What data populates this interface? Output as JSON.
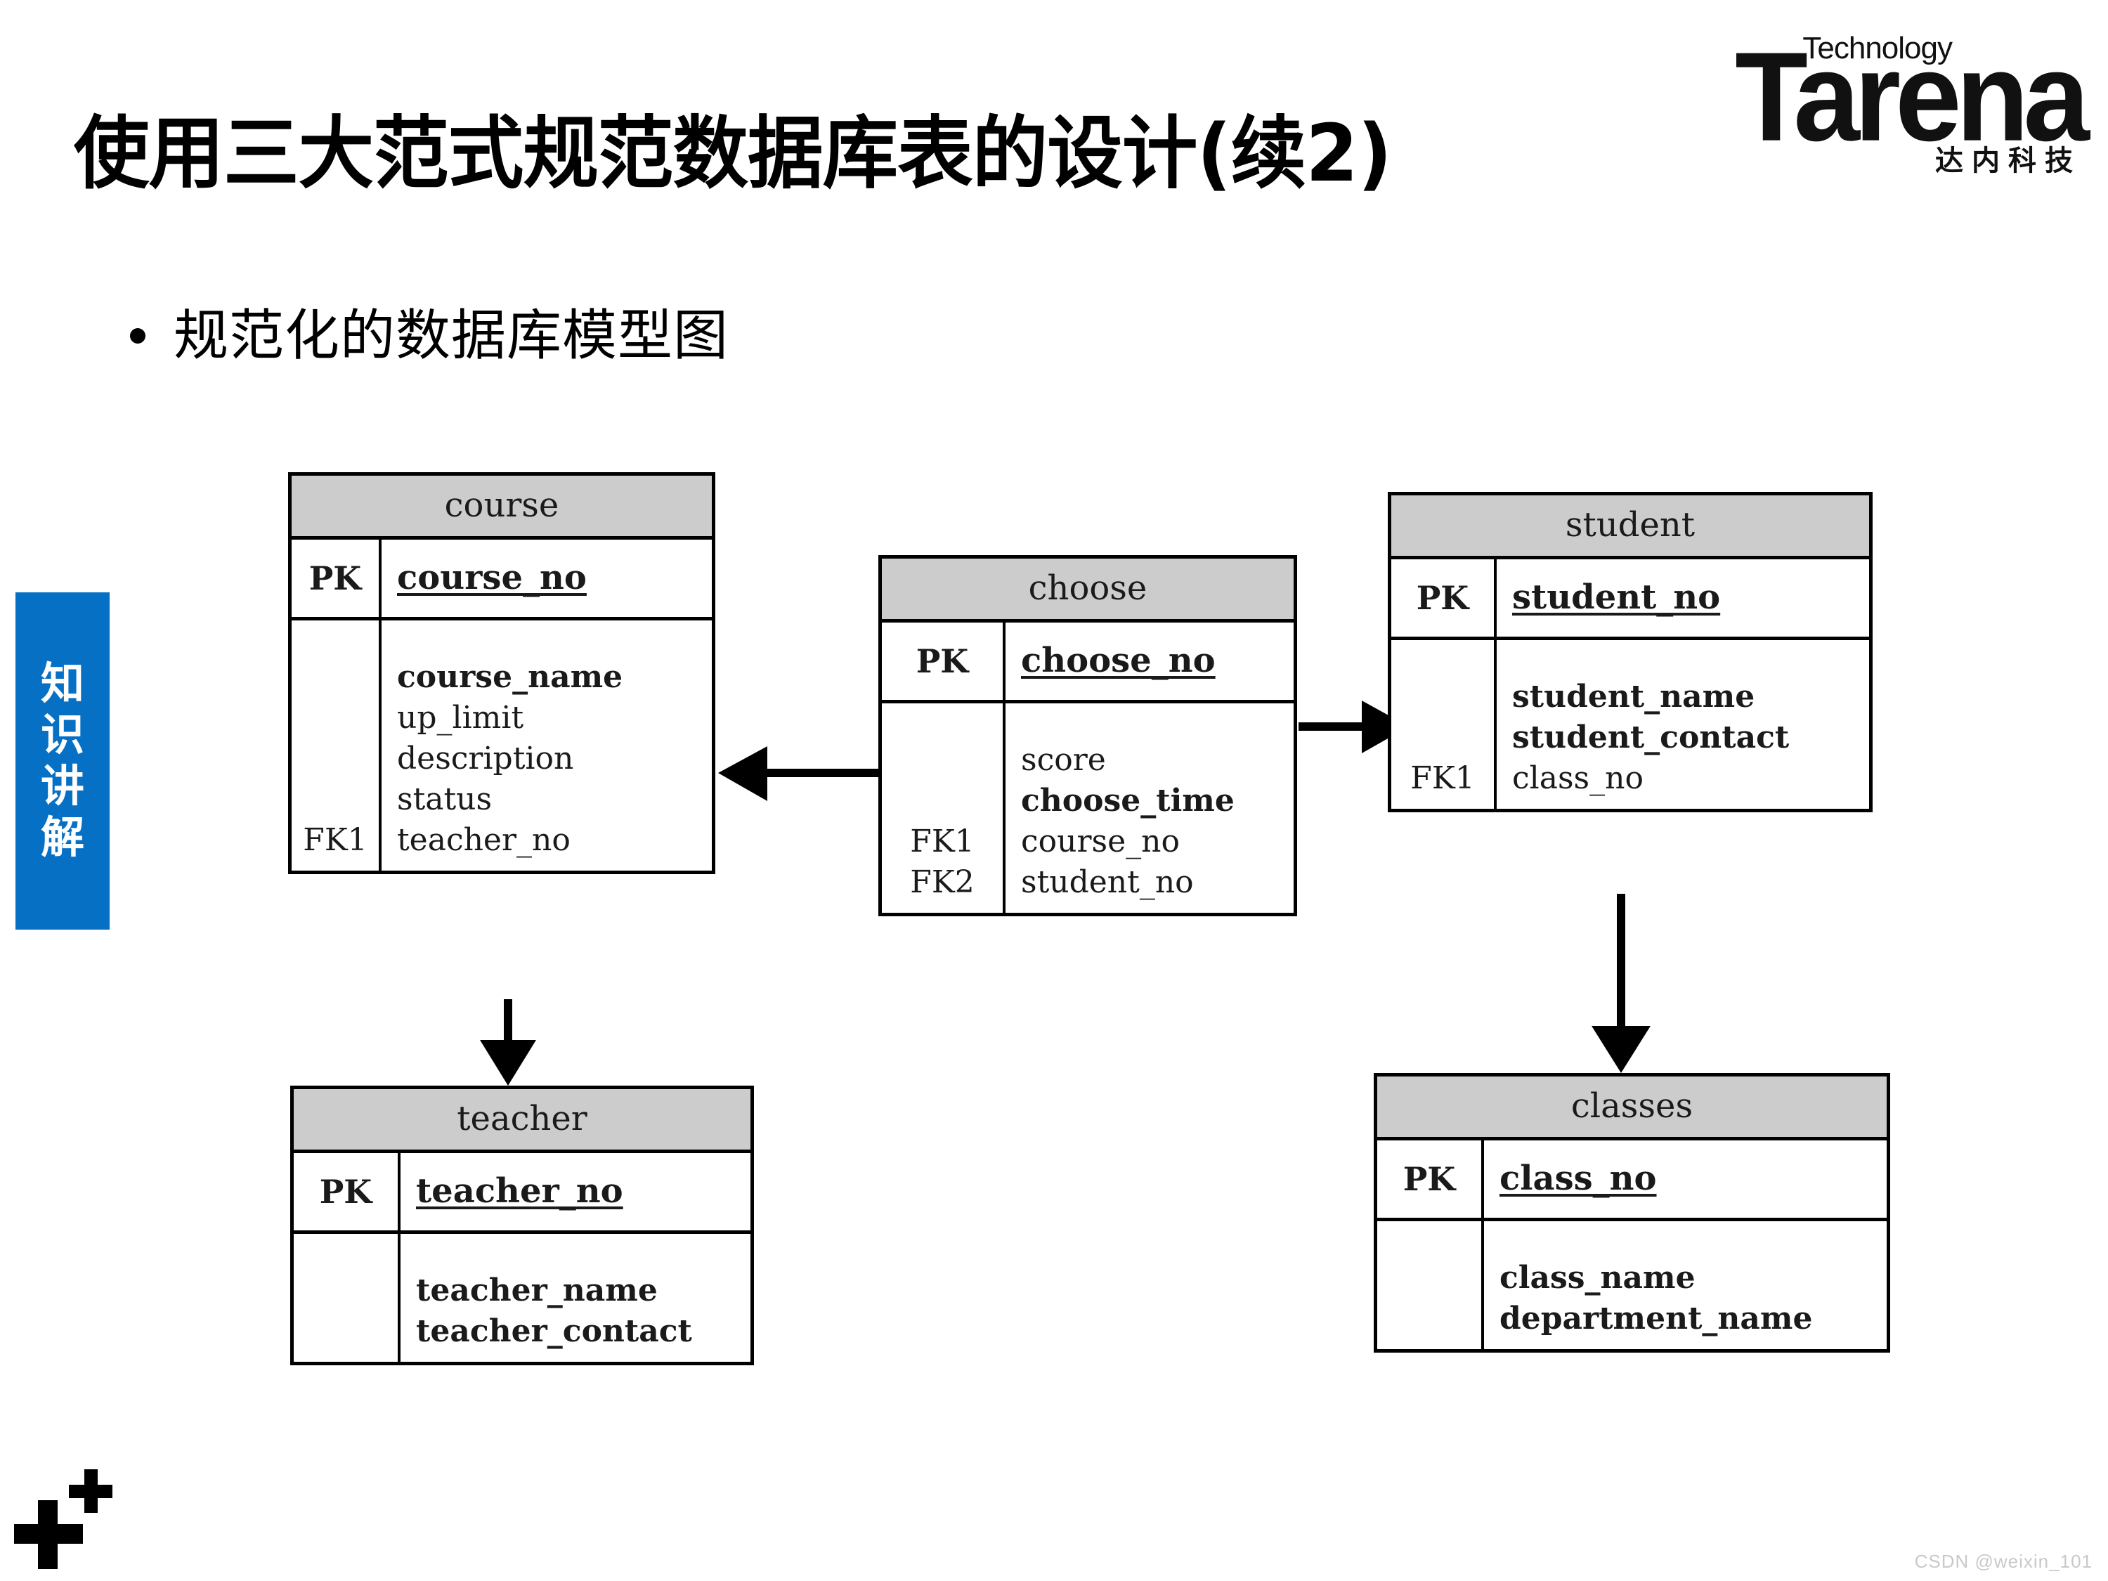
{
  "slide": {
    "title": "使用三大范式规范数据库表的设计(续2)",
    "bullet": "规范化的数据库模型图",
    "side_tab": [
      "知",
      "识",
      "讲",
      "解"
    ],
    "watermark": "CSDN @weixin_101"
  },
  "logo": {
    "tagline": "Technology",
    "brand": "Tarena",
    "chinese": "达内科技"
  },
  "colors": {
    "accent_blue": "#0670C5",
    "table_header_gray": "#CCCCCC",
    "line_black": "#000000",
    "watermark_gray": "#C9C9C9"
  },
  "er_diagram": {
    "key_labels": {
      "pk": "PK",
      "fk1": "FK1",
      "fk2": "FK2"
    },
    "tables": [
      {
        "id": "course",
        "name": "course",
        "pk": {
          "key": "PK",
          "field": "course_no"
        },
        "attributes": [
          {
            "key": "",
            "field": "course_name",
            "bold": true
          },
          {
            "key": "",
            "field": "up_limit",
            "bold": false
          },
          {
            "key": "",
            "field": "description",
            "bold": false
          },
          {
            "key": "",
            "field": "status",
            "bold": false
          },
          {
            "key": "FK1",
            "field": "teacher_no",
            "bold": false
          }
        ]
      },
      {
        "id": "choose",
        "name": "choose",
        "pk": {
          "key": "PK",
          "field": "choose_no"
        },
        "attributes": [
          {
            "key": "",
            "field": "score",
            "bold": false
          },
          {
            "key": "",
            "field": "choose_time",
            "bold": true
          },
          {
            "key": "FK1",
            "field": "course_no",
            "bold": false
          },
          {
            "key": "FK2",
            "field": "student_no",
            "bold": false
          }
        ]
      },
      {
        "id": "student",
        "name": "student",
        "pk": {
          "key": "PK",
          "field": "student_no"
        },
        "attributes": [
          {
            "key": "",
            "field": "student_name",
            "bold": true
          },
          {
            "key": "",
            "field": "student_contact",
            "bold": true
          },
          {
            "key": "FK1",
            "field": "class_no",
            "bold": false
          }
        ]
      },
      {
        "id": "teacher",
        "name": "teacher",
        "pk": {
          "key": "PK",
          "field": "teacher_no"
        },
        "attributes": [
          {
            "key": "",
            "field": "teacher_name",
            "bold": true
          },
          {
            "key": "",
            "field": "teacher_contact",
            "bold": true
          }
        ]
      },
      {
        "id": "classes",
        "name": "classes",
        "pk": {
          "key": "PK",
          "field": "class_no"
        },
        "attributes": [
          {
            "key": "",
            "field": "class_name",
            "bold": true
          },
          {
            "key": "",
            "field": "department_name",
            "bold": true
          }
        ]
      }
    ],
    "relationships": [
      {
        "from": "choose",
        "to": "course",
        "direction": "left"
      },
      {
        "from": "choose",
        "to": "student",
        "direction": "right"
      },
      {
        "from": "course",
        "to": "teacher",
        "direction": "down"
      },
      {
        "from": "student",
        "to": "classes",
        "direction": "down"
      }
    ]
  }
}
